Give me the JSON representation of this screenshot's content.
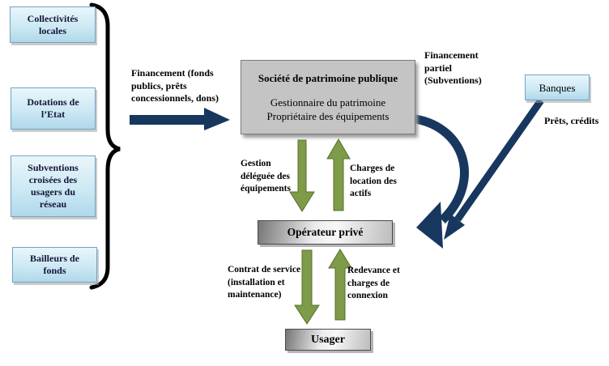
{
  "colors": {
    "navy": "#17375e",
    "green": "#7d9b49",
    "green_border": "#55712c",
    "box_blue_light": "#e9f6fa",
    "box_blue_mid": "#cde9f4",
    "box_blue_dark": "#b0d8ea",
    "box_blue_border": "#73a3c4",
    "gray_box": "#c4c4c4",
    "box_text": "#15153a"
  },
  "sources": {
    "items": [
      {
        "label": "Collectivités\nlocales"
      },
      {
        "label": "Dotations de\nl’Etat"
      },
      {
        "label": "Subventions\ncroisées des\nusagers du\nréseau"
      },
      {
        "label": "Bailleurs de\nfonds"
      }
    ]
  },
  "entities": {
    "societe": {
      "title": "Société de patrimoine publique",
      "subtitle": "Gestionnaire du patrimoine\nPropriétaire des équipements"
    },
    "banques": {
      "label": "Banques"
    },
    "operateur": {
      "label": "Opérateur privé"
    },
    "usager": {
      "label": "Usager"
    }
  },
  "flows": {
    "financement": "Financement (fonds\npublics, prêts\nconcessionnels, dons)",
    "financement_partiel": "Financement\npartiel\n(Subventions)",
    "prets_credits": "Prêts, crédits",
    "gestion_deleguee": "Gestion\ndéléguée des\néquipements",
    "charges_location": "Charges de\nlocation des\nactifs",
    "contrat_service": "Contrat de service\n(installation et\nmaintenance)",
    "redevance": "Redevance et\ncharges de\nconnexion"
  }
}
